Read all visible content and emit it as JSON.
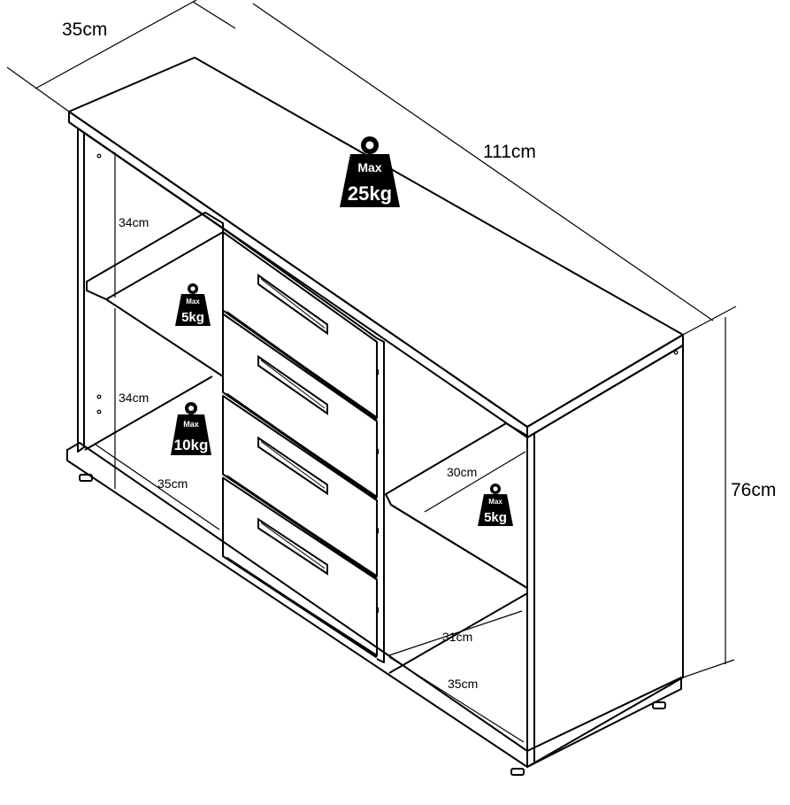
{
  "dimensions": {
    "depth_top": "35cm",
    "width_top": "111cm",
    "height": "76cm",
    "left_upper_shelf": "34cm",
    "left_lower_shelf": "34cm",
    "left_bottom_depth": "35cm",
    "right_upper_depth": "30cm",
    "right_lower_depth": "31cm",
    "right_bottom_depth": "35cm"
  },
  "weights": {
    "top": {
      "label": "Max",
      "value": "25kg"
    },
    "left_upper": {
      "label": "Max",
      "value": "5kg"
    },
    "left_lower": {
      "label": "Max",
      "value": "10kg"
    },
    "right": {
      "label": "Max",
      "value": "5kg"
    }
  },
  "drawer_count": 4
}
